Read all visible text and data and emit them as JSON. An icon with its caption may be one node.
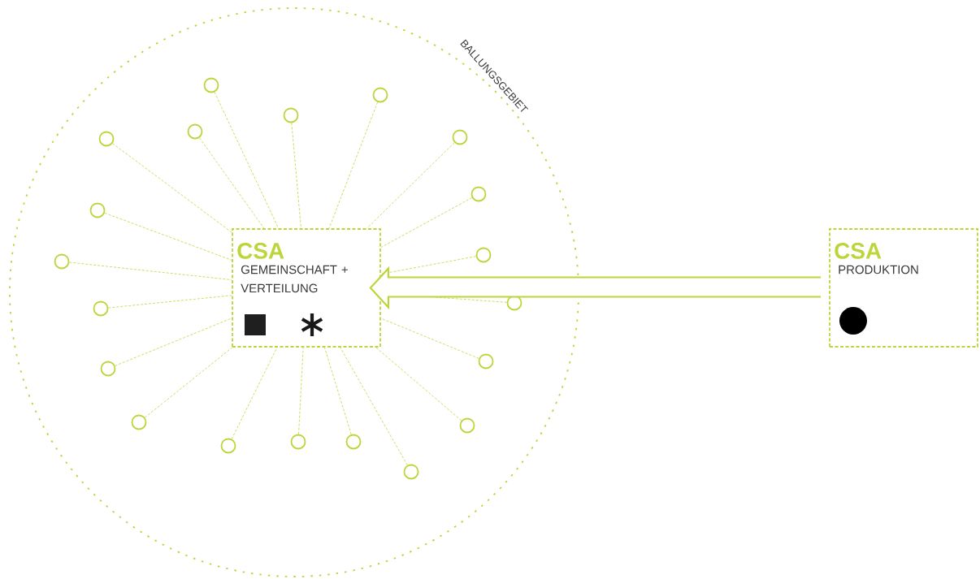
{
  "diagram": {
    "nodes": [
      {
        "text": [
          "BALLUNGSGEBIET"
        ]
      },
      {
        "text": [
          "CSA",
          "GEMEINSCHAFT + VERTEILUNG"
        ],
        "in": 0
      },
      {
        "text": [
          "CSA",
          "PRODUKTION"
        ]
      },
      {
        "text": [],
        "shape": "circle",
        "in": 0
      },
      {
        "text": [],
        "shape": "circle",
        "in": 0
      },
      {
        "text": [],
        "shape": "circle",
        "in": 0
      },
      {
        "text": [],
        "shape": "circle",
        "in": 0
      },
      {
        "text": [],
        "shape": "circle",
        "in": 0
      },
      {
        "text": [],
        "shape": "circle",
        "in": 0
      },
      {
        "text": [],
        "shape": "circle",
        "in": 0
      },
      {
        "text": [],
        "shape": "circle",
        "in": 0
      },
      {
        "text": [],
        "shape": "circle",
        "in": 0
      },
      {
        "text": [],
        "shape": "circle",
        "in": 0
      },
      {
        "text": [],
        "shape": "circle",
        "in": 0
      },
      {
        "text": [],
        "shape": "circle",
        "in": 0
      },
      {
        "text": [],
        "shape": "circle",
        "in": 0
      },
      {
        "text": [],
        "shape": "circle",
        "in": 0
      },
      {
        "text": [],
        "shape": "circle",
        "in": 0
      },
      {
        "text": [],
        "shape": "circle",
        "in": 0
      },
      {
        "text": [],
        "shape": "circle",
        "in": 0
      },
      {
        "text": [],
        "shape": "circle",
        "in": 0
      },
      {
        "text": [],
        "shape": "circle",
        "in": 0
      },
      {
        "text": [],
        "shape": "circle",
        "in": 0
      }
    ],
    "edges": [
      {
        "from": 2,
        "to": 1,
        "arrow": "to",
        "style": "thick"
      },
      {
        "from": 3,
        "to": 1,
        "arrow": "none",
        "style": "dashed"
      },
      {
        "from": 4,
        "to": 1,
        "arrow": "none",
        "style": "dashed"
      },
      {
        "from": 5,
        "to": 1,
        "arrow": "none",
        "style": "dashed"
      },
      {
        "from": 6,
        "to": 1,
        "arrow": "none",
        "style": "dashed"
      },
      {
        "from": 7,
        "to": 1,
        "arrow": "none",
        "style": "dashed"
      },
      {
        "from": 8,
        "to": 1,
        "arrow": "none",
        "style": "dashed"
      },
      {
        "from": 9,
        "to": 1,
        "arrow": "none",
        "style": "dashed"
      },
      {
        "from": 10,
        "to": 1,
        "arrow": "none",
        "style": "dashed"
      },
      {
        "from": 11,
        "to": 1,
        "arrow": "none",
        "style": "dashed"
      },
      {
        "from": 12,
        "to": 1,
        "arrow": "none",
        "style": "dashed"
      },
      {
        "from": 13,
        "to": 1,
        "arrow": "none",
        "style": "dashed"
      },
      {
        "from": 14,
        "to": 1,
        "arrow": "none",
        "style": "dashed"
      },
      {
        "from": 15,
        "to": 1,
        "arrow": "none",
        "style": "dashed"
      },
      {
        "from": 16,
        "to": 1,
        "arrow": "none",
        "style": "dashed"
      },
      {
        "from": 17,
        "to": 1,
        "arrow": "none",
        "style": "dashed"
      },
      {
        "from": 18,
        "to": 1,
        "arrow": "none",
        "style": "dashed"
      },
      {
        "from": 19,
        "to": 1,
        "arrow": "none",
        "style": "dashed"
      },
      {
        "from": 20,
        "to": 1,
        "arrow": "none",
        "style": "dashed"
      },
      {
        "from": 21,
        "to": 1,
        "arrow": "none",
        "style": "dashed"
      },
      {
        "from": 22,
        "to": 1,
        "arrow": "none",
        "style": "dashed"
      }
    ]
  }
}
